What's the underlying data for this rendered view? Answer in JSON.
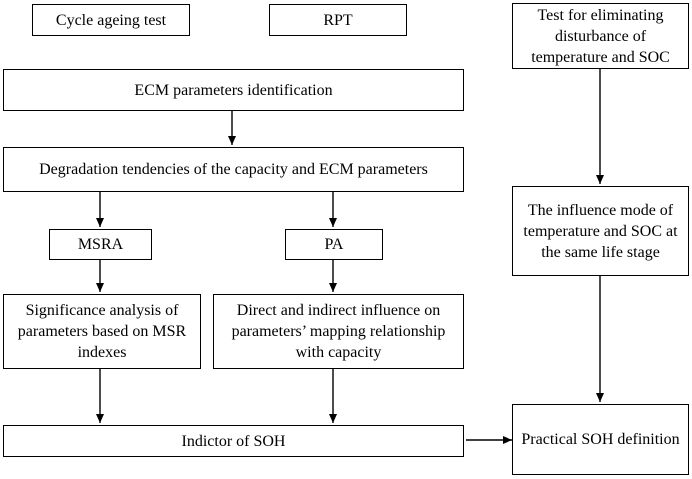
{
  "boxes": {
    "cycle_ageing_test": "Cycle ageing test",
    "rpt": "RPT",
    "eliminating_disturbance": "Test for eliminating disturbance of temperature and SOC",
    "ecm_identification": "ECM parameters identification",
    "degradation_tendencies": "Degradation tendencies of the capacity and ECM parameters",
    "msra": "MSRA",
    "pa": "PA",
    "influence_mode": "The influence mode of temperature and SOC at the same life stage",
    "significance_analysis": "Significance analysis of parameters based on MSR indexes",
    "direct_indirect_influence": "Direct and indirect influence on parameters’ mapping relationship with capacity",
    "indicator_soh": "Indictor of SOH",
    "practical_soh": "Practical SOH definition"
  }
}
